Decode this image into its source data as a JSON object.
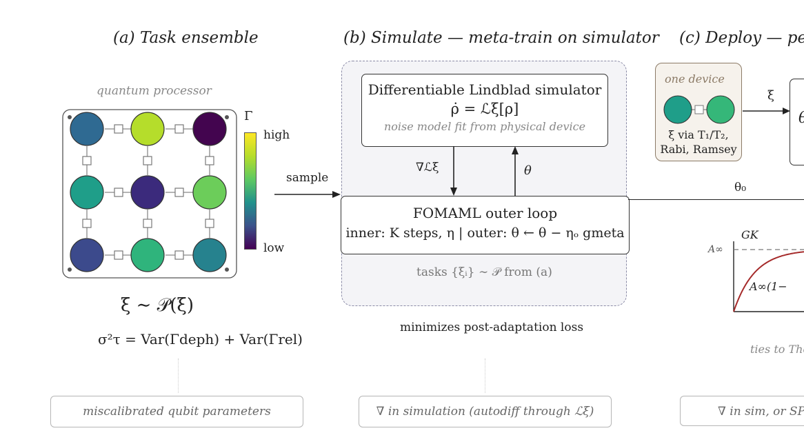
{
  "panels": {
    "a_title": "(a) Task ensemble",
    "b_title": "(b) Simulate — meta-train on simulator",
    "c_title": "(c) Deploy — per-"
  },
  "panel_a": {
    "processor_label": "quantum processor",
    "colorbar_symbol": "Γ",
    "colorbar_high": "high",
    "colorbar_low": "low",
    "sample_label": "sample",
    "eq_distribution": "ξ ∼ 𝒫(ξ)",
    "eq_variance": "σ²τ = Var(Γdeph) + Var(Γrel)",
    "footer": "miscalibrated qubit parameters",
    "qubit_grid": [
      [
        "#2f6a92",
        "#b5dd2b",
        "#43054f"
      ],
      [
        "#1f9e89",
        "#3b2a7c",
        "#6ccd5a"
      ],
      [
        "#3c4a8c",
        "#2fb47c",
        "#26828e"
      ]
    ],
    "colors": {
      "high": "#fde725",
      "low": "#440154"
    }
  },
  "panel_b": {
    "sim_title": "Differentiable Lindblad simulator",
    "sim_eq": "ρ̇ = ℒξ[ρ]",
    "sim_note": "noise model fit from physical device",
    "grad_label": "∇ℒξ",
    "theta_label": "θ",
    "loop_title": "FOMAML outer loop",
    "loop_detail": "inner: K steps, η  |  outer: θ ← θ − ηₒ gmeta",
    "tasks_label": "tasks {ξᵢ} ∼ 𝒫 from (a)",
    "caption": "minimizes post-adaptation loss",
    "footer": "∇ in simulation  (autodiff through ℒξ)"
  },
  "panel_c": {
    "device_label": "one device",
    "xi_arrow_label": "ξ",
    "calib_line1": "ξ via T₁/T₂,",
    "calib_line2": "Rabi, Ramsey",
    "box_partial": "θ",
    "theta0_label": "θ₀",
    "plot_ylabel": "GK",
    "plot_asymptote": "A∞",
    "plot_curve_label": "A∞(1−",
    "ties_label": "ties to The",
    "footer": "∇ in sim,  or  SP",
    "curve_color": "#a52a2a"
  }
}
